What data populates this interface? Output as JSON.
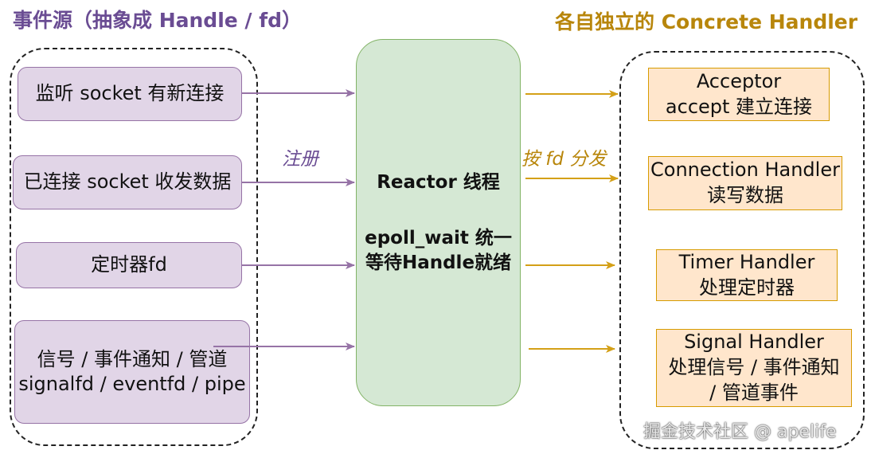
{
  "titles": {
    "left": "事件源（抽象成 Handle / fd）",
    "right": "各自独立的 Concrete Handler"
  },
  "sources": [
    {
      "lines": [
        "监听 socket 有新连接"
      ]
    },
    {
      "lines": [
        "已连接 socket 收发数据"
      ]
    },
    {
      "lines": [
        "定时器fd"
      ]
    },
    {
      "lines": [
        "信号 / 事件通知 / 管道",
        "signalfd / eventfd / pipe"
      ]
    }
  ],
  "reactor": {
    "line1": "Reactor 线程",
    "line2": "epoll_wait 统一",
    "line3": "等待Handle就绪"
  },
  "labels": {
    "register": "注册",
    "dispatch": "按 fd 分发"
  },
  "handlers": [
    {
      "lines": [
        "Acceptor",
        "accept 建立连接"
      ]
    },
    {
      "lines": [
        "Connection Handler",
        "读写数据"
      ]
    },
    {
      "lines": [
        "Timer Handler",
        "处理定时器"
      ]
    },
    {
      "lines": [
        "Signal Handler",
        "处理信号 / 事件通知",
        "/ 管道事件"
      ]
    }
  ],
  "watermark": "掘金技术社区 @ apelife",
  "colors": {
    "title_left": "#6a4c93",
    "title_right": "#b8860b",
    "register_arrow": "#9673a6",
    "dispatch_arrow": "#d4a017",
    "label_register": "#6a4c93",
    "label_dispatch": "#b8860b"
  }
}
